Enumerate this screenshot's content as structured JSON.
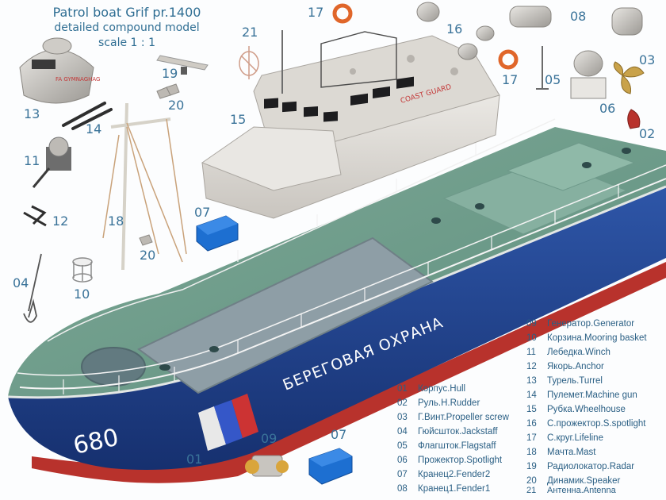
{
  "title": {
    "line1": "Patrol boat Grif pr.1400",
    "line2": "detailed compound model",
    "line3": "scale 1 : 1"
  },
  "hull_texts": {
    "side_name": "БЕРЕГОВАЯ ОХРАНА",
    "bow_number": "680",
    "wheelhouse_text": "COAST GUARD",
    "turret_text": "FA GYMNAGHAG"
  },
  "callouts": {
    "c17a": "17",
    "c21": "21",
    "c16": "16",
    "c08": "08",
    "c03": "03",
    "c19": "19",
    "c20a": "20",
    "c13": "13",
    "c14": "14",
    "c15": "15",
    "c17b": "17",
    "c05": "05",
    "c06": "06",
    "c02": "02",
    "c11": "11",
    "c07a": "07",
    "c12": "12",
    "c18": "18",
    "c20b": "20",
    "c04": "04",
    "c10": "10",
    "c09": "09",
    "c07b": "07",
    "c01": "01"
  },
  "legend": [
    {
      "num": "09",
      "text": "Генератор.Generator"
    },
    {
      "num": "10",
      "text": "Корзина.Mooring basket"
    },
    {
      "num": "11",
      "text": "Лебедка.Winch"
    },
    {
      "num": "12",
      "text": "Якорь.Anchor"
    },
    {
      "num": "13",
      "text": "Турель.Turrel"
    },
    {
      "num": "14",
      "text": "Пулемет.Machine gun"
    },
    {
      "num": "15",
      "text": "Рубка.Wheelhouse"
    },
    {
      "num": "16",
      "text": "С.прожектор.S.spotlight"
    },
    {
      "num": "17",
      "text": "С.круг.Lifeline"
    },
    {
      "num": "18",
      "text": "Мачта.Mast"
    },
    {
      "num": "19",
      "text": "Радиолокатор.Radar"
    },
    {
      "num": "20",
      "text": "Динамик.Speaker"
    },
    {
      "num": "21",
      "text": "Антенна.Antenna"
    },
    {
      "num": "01",
      "text": "Корпус.Hull"
    },
    {
      "num": "02",
      "text": "Руль.Н.Rudder"
    },
    {
      "num": "03",
      "text": "Г.Винт.Propeller screw"
    },
    {
      "num": "04",
      "text": "Гюйсшток.Jackstaff"
    },
    {
      "num": "05",
      "text": "Флагшток.Flagstaff"
    },
    {
      "num": "06",
      "text": "Прожектор.Spotlight"
    },
    {
      "num": "07",
      "text": "Кранец2.Fender2"
    },
    {
      "num": "08",
      "text": "Кранец1.Fender1"
    }
  ],
  "colors": {
    "title": "#2f6e93",
    "hull_blue": "#1f3f8f",
    "deck_green": "#6f9e8c",
    "boot_red": "#b8322c",
    "superstructure": "#e2dfd9",
    "fender_blue": "#1d6fd1"
  }
}
